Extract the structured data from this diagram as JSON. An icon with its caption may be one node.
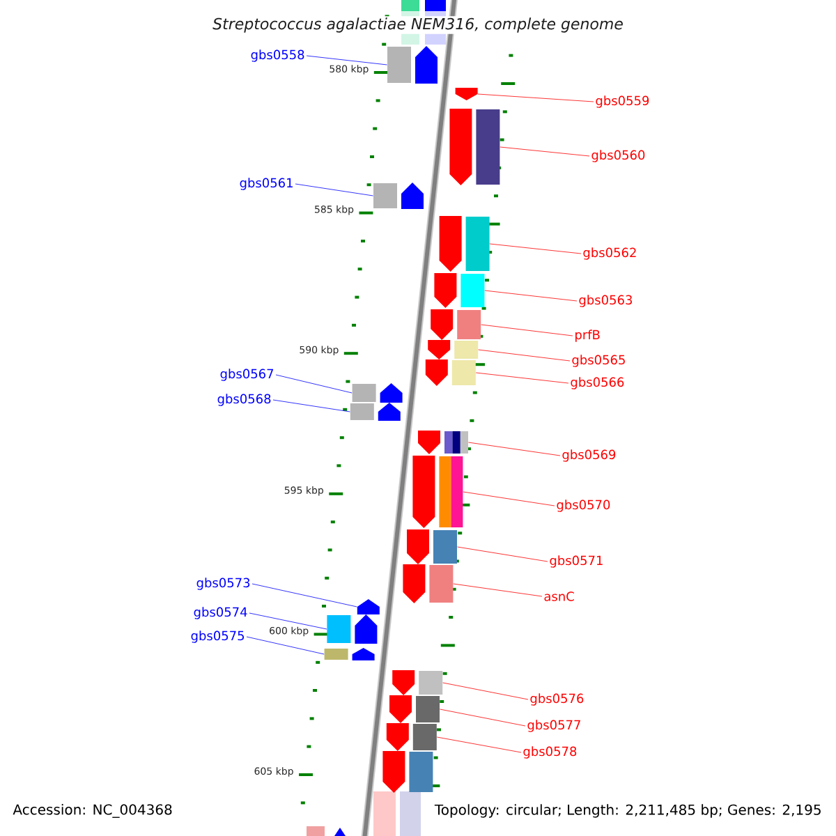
{
  "diagram": {
    "title": "Streptococcus agalactiae NEM316, complete genome",
    "nodes": [
      {
        "text": [
          "gbs0558"
        ]
      },
      {
        "text": [],
        "shape": "arrow"
      },
      {
        "text": [
          "gbs0559"
        ]
      },
      {
        "text": [],
        "shape": "arrow"
      },
      {
        "text": [
          "gbs0560"
        ]
      },
      {
        "text": [],
        "shape": "arrow"
      },
      {
        "text": [
          "gbs0561"
        ]
      },
      {
        "text": [],
        "shape": "arrow"
      },
      {
        "text": [
          "gbs0562"
        ]
      },
      {
        "text": [],
        "shape": "arrow"
      },
      {
        "text": [
          "gbs0563"
        ]
      },
      {
        "text": [],
        "shape": "arrow"
      },
      {
        "text": [
          "prfB"
        ]
      },
      {
        "text": [],
        "shape": "arrow"
      },
      {
        "text": [
          "gbs0565"
        ]
      },
      {
        "text": [],
        "shape": "arrow"
      },
      {
        "text": [
          "gbs0566"
        ]
      },
      {
        "text": [],
        "shape": "arrow"
      },
      {
        "text": [
          "gbs0567"
        ]
      },
      {
        "text": [],
        "shape": "arrow"
      },
      {
        "text": [
          "gbs0568"
        ]
      },
      {
        "text": [],
        "shape": "arrow"
      },
      {
        "text": [
          "gbs0569"
        ]
      },
      {
        "text": [],
        "shape": "arrow"
      },
      {
        "text": [
          "gbs0570"
        ]
      },
      {
        "text": [],
        "shape": "arrow"
      },
      {
        "text": [
          "gbs0571"
        ]
      },
      {
        "text": [],
        "shape": "arrow"
      },
      {
        "text": [
          "asnC"
        ]
      },
      {
        "text": [],
        "shape": "arrow"
      },
      {
        "text": [
          "gbs0573"
        ]
      },
      {
        "text": [],
        "shape": "arrow"
      },
      {
        "text": [
          "gbs0574"
        ]
      },
      {
        "text": [],
        "shape": "arrow"
      },
      {
        "text": [
          "gbs0575"
        ]
      },
      {
        "text": [],
        "shape": "arrow"
      },
      {
        "text": [
          "gbs0576"
        ]
      },
      {
        "text": [],
        "shape": "arrow"
      },
      {
        "text": [
          "gbs0577"
        ]
      },
      {
        "text": [],
        "shape": "arrow"
      },
      {
        "text": [
          "gbs0578"
        ]
      },
      {
        "text": [],
        "shape": "arrow"
      },
      {
        "text": [],
        "shape": "arrow"
      }
    ],
    "edges": [
      {
        "from": 0,
        "to": 1,
        "arrow": "none",
        "color": "#0000ff"
      },
      {
        "from": 2,
        "to": 3,
        "arrow": "none"
      },
      {
        "from": 4,
        "to": 5,
        "arrow": "none"
      },
      {
        "from": 6,
        "to": 7,
        "arrow": "none",
        "color": "#0000ff"
      },
      {
        "from": 8,
        "to": 9,
        "arrow": "none"
      },
      {
        "from": 10,
        "to": 11,
        "arrow": "none"
      },
      {
        "from": 12,
        "to": 13,
        "arrow": "none"
      },
      {
        "from": 14,
        "to": 15,
        "arrow": "none"
      },
      {
        "from": 16,
        "to": 17,
        "arrow": "none"
      },
      {
        "from": 18,
        "to": 19,
        "arrow": "none",
        "color": "#0000ff"
      },
      {
        "from": 20,
        "to": 21,
        "arrow": "none",
        "color": "#0000ff"
      },
      {
        "from": 22,
        "to": 23,
        "arrow": "none"
      },
      {
        "from": 24,
        "to": 25,
        "arrow": "none"
      },
      {
        "from": 26,
        "to": 27,
        "arrow": "none"
      },
      {
        "from": 28,
        "to": 29,
        "arrow": "none"
      },
      {
        "from": 30,
        "to": 31,
        "arrow": "none",
        "color": "#0000ff"
      },
      {
        "from": 32,
        "to": 33,
        "arrow": "none",
        "color": "#0000ff"
      },
      {
        "from": 34,
        "to": 35,
        "arrow": "none",
        "color": "#0000ff"
      },
      {
        "from": 36,
        "to": 37,
        "arrow": "none"
      },
      {
        "from": 38,
        "to": 39,
        "arrow": "none"
      },
      {
        "from": 40,
        "to": 41,
        "arrow": "none"
      }
    ],
    "labels": [
      "580 kbp",
      "585 kbp",
      "590 kbp",
      "595 kbp",
      "600 kbp",
      "605 kbp",
      "Accession: NC_004368",
      "Topology: circular; Length: 2,211,485 bp; Genes: 2,195"
    ]
  }
}
